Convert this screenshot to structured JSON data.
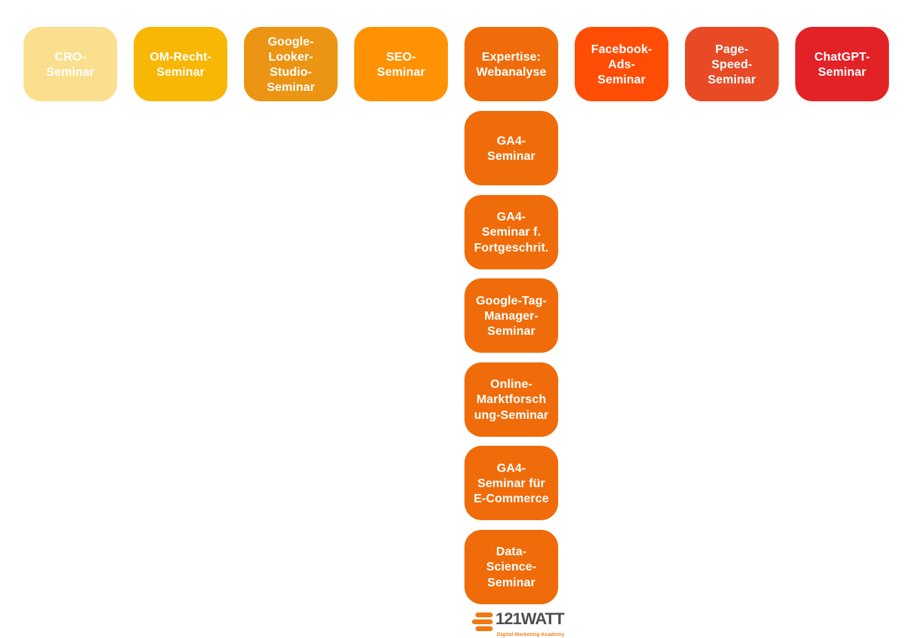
{
  "page": {
    "background": "#FFFFFF",
    "tile_text_color": "#FFFFFF"
  },
  "top_row": [
    {
      "id": "cro-seminar",
      "label": "CRO-\nSeminar",
      "color": "#FBDF8E"
    },
    {
      "id": "om-recht-seminar",
      "label": "OM-Recht-\nSeminar",
      "color": "#F8B705"
    },
    {
      "id": "google-looker-studio-seminar",
      "label": "Google-\nLooker-\nStudio-\nSeminar",
      "color": "#EC9413"
    },
    {
      "id": "seo-seminar",
      "label": "SEO-\nSeminar",
      "color": "#FF9203"
    },
    {
      "id": "expertise-webanalyse",
      "label": "Expertise:\nWebanalyse",
      "color": "#F06C0A"
    },
    {
      "id": "facebook-ads-seminar",
      "label": "Facebook-\nAds-\nSeminar",
      "color": "#FF4D06"
    },
    {
      "id": "page-speed-seminar",
      "label": "Page-\nSpeed-\nSeminar",
      "color": "#E84A26"
    },
    {
      "id": "chatgpt-seminar",
      "label": "ChatGPT-\nSeminar",
      "color": "#E32227"
    }
  ],
  "webanalyse_column": [
    {
      "id": "ga4-seminar",
      "label": "GA4-\nSeminar",
      "color": "#F06C0A"
    },
    {
      "id": "ga4-seminar-fortgeschrittene",
      "label": "GA4-\nSeminar f.\nFortgeschrit.",
      "color": "#F06C0A"
    },
    {
      "id": "google-tag-manager-seminar",
      "label": "Google-Tag-\nManager-\nSeminar",
      "color": "#F06C0A"
    },
    {
      "id": "online-marktforschung-seminar",
      "label": "Online-\nMarktforsch\nung-Seminar",
      "color": "#F06C0A"
    },
    {
      "id": "ga4-seminar-ecommerce",
      "label": "GA4-\nSeminar für\nE-Commerce",
      "color": "#F06C0A"
    },
    {
      "id": "data-science-seminar",
      "label": "Data-\nScience-\nSeminar",
      "color": "#F06C0A"
    }
  ],
  "logo": {
    "brand": "121WATT",
    "tagline": "Digital Marketing Academy",
    "brand_color": "#4D4E50",
    "accent_color": "#F5811C",
    "bars_color": "#EE7A15"
  }
}
